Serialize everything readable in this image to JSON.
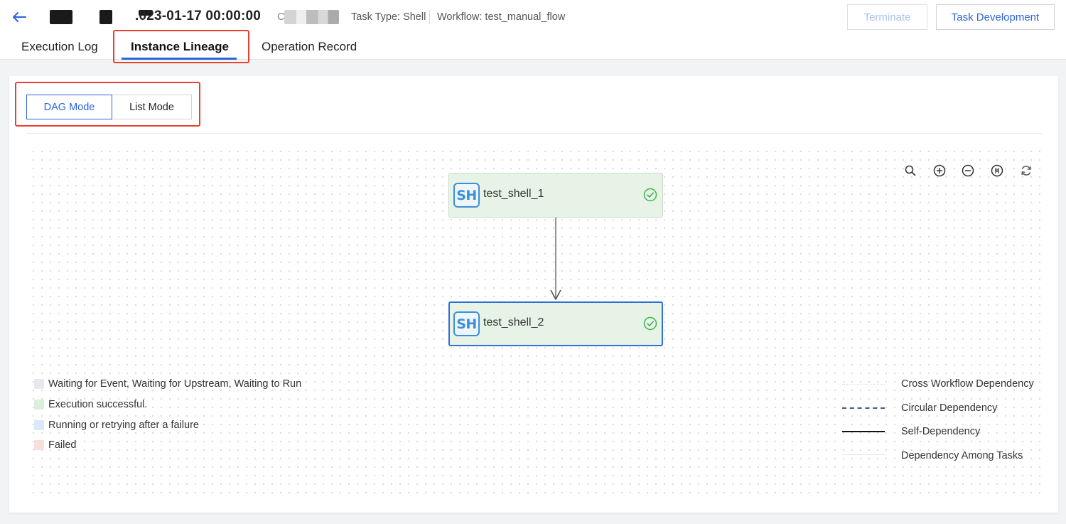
{
  "header": {
    "title": ".023-01-17 00:00:00",
    "title_prefix": "C",
    "task_type": "Task Type: Shell",
    "workflow": "Workflow: test_manual_flow",
    "terminate_label": "Terminate",
    "task_development_label": "Task Development"
  },
  "tabs": [
    {
      "label": "Execution Log"
    },
    {
      "label": "Instance Lineage",
      "active": true
    },
    {
      "label": "Operation Record"
    }
  ],
  "modes": {
    "dag_label": "DAG Mode",
    "list_label": "List Mode",
    "selected": "DAG Mode"
  },
  "toolbar_icons": [
    "search-icon",
    "zoom-in-icon",
    "zoom-out-icon",
    "fit-view-icon",
    "refresh-icon"
  ],
  "dag": {
    "nodes": [
      {
        "badge": "SH",
        "label": "test_shell_1",
        "status": "Execution successful."
      },
      {
        "badge": "SH",
        "label": "test_shell_2",
        "status": "Execution successful.",
        "selected": true
      }
    ],
    "edges": [
      {
        "from": "test_shell_1",
        "to": "test_shell_2"
      }
    ]
  },
  "legend": {
    "statuses": [
      {
        "label": "Waiting for Event, Waiting for Upstream, Waiting to Run",
        "color": "#e6e8ee"
      },
      {
        "label": "Execution successful.",
        "color": "#dcefdc"
      },
      {
        "label": "Running or retrying after a failure",
        "color": "#dbe7fb"
      },
      {
        "label": "Failed",
        "color": "#f9dede"
      }
    ],
    "dependencies": [
      {
        "label": "Cross Workflow Dependency",
        "style": "dotted"
      },
      {
        "label": "Circular Dependency",
        "style": "dashed"
      },
      {
        "label": "Self-Dependency",
        "style": "solid-thick"
      },
      {
        "label": "Dependency Among Tasks",
        "style": "solid-light"
      }
    ]
  },
  "colors": {
    "accent": "#2a64d8",
    "highlight": "#e8412d",
    "success": "#3fb34f",
    "node_fill": "#e6f3e6"
  }
}
